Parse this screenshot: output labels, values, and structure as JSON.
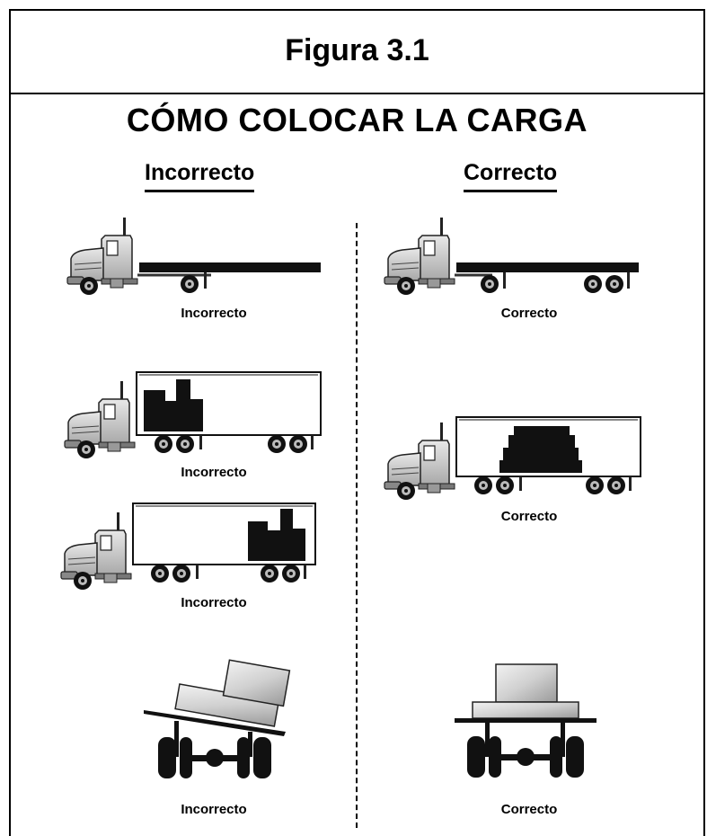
{
  "figure_label": "Figura 3.1",
  "heading": "CÓMO COLOCAR LA CARGA",
  "columns": {
    "left": "Incorrecto",
    "right": "Correcto"
  },
  "captions": {
    "flatbed_wrong": "Incorrecto",
    "flatbed_right": "Correcto",
    "box_front_wrong": "Incorrecto",
    "box_rear_wrong": "Incorrecto",
    "box_center_right": "Correcto",
    "axle_tilted_wrong": "Incorrecto",
    "axle_level_right": "Correcto"
  }
}
